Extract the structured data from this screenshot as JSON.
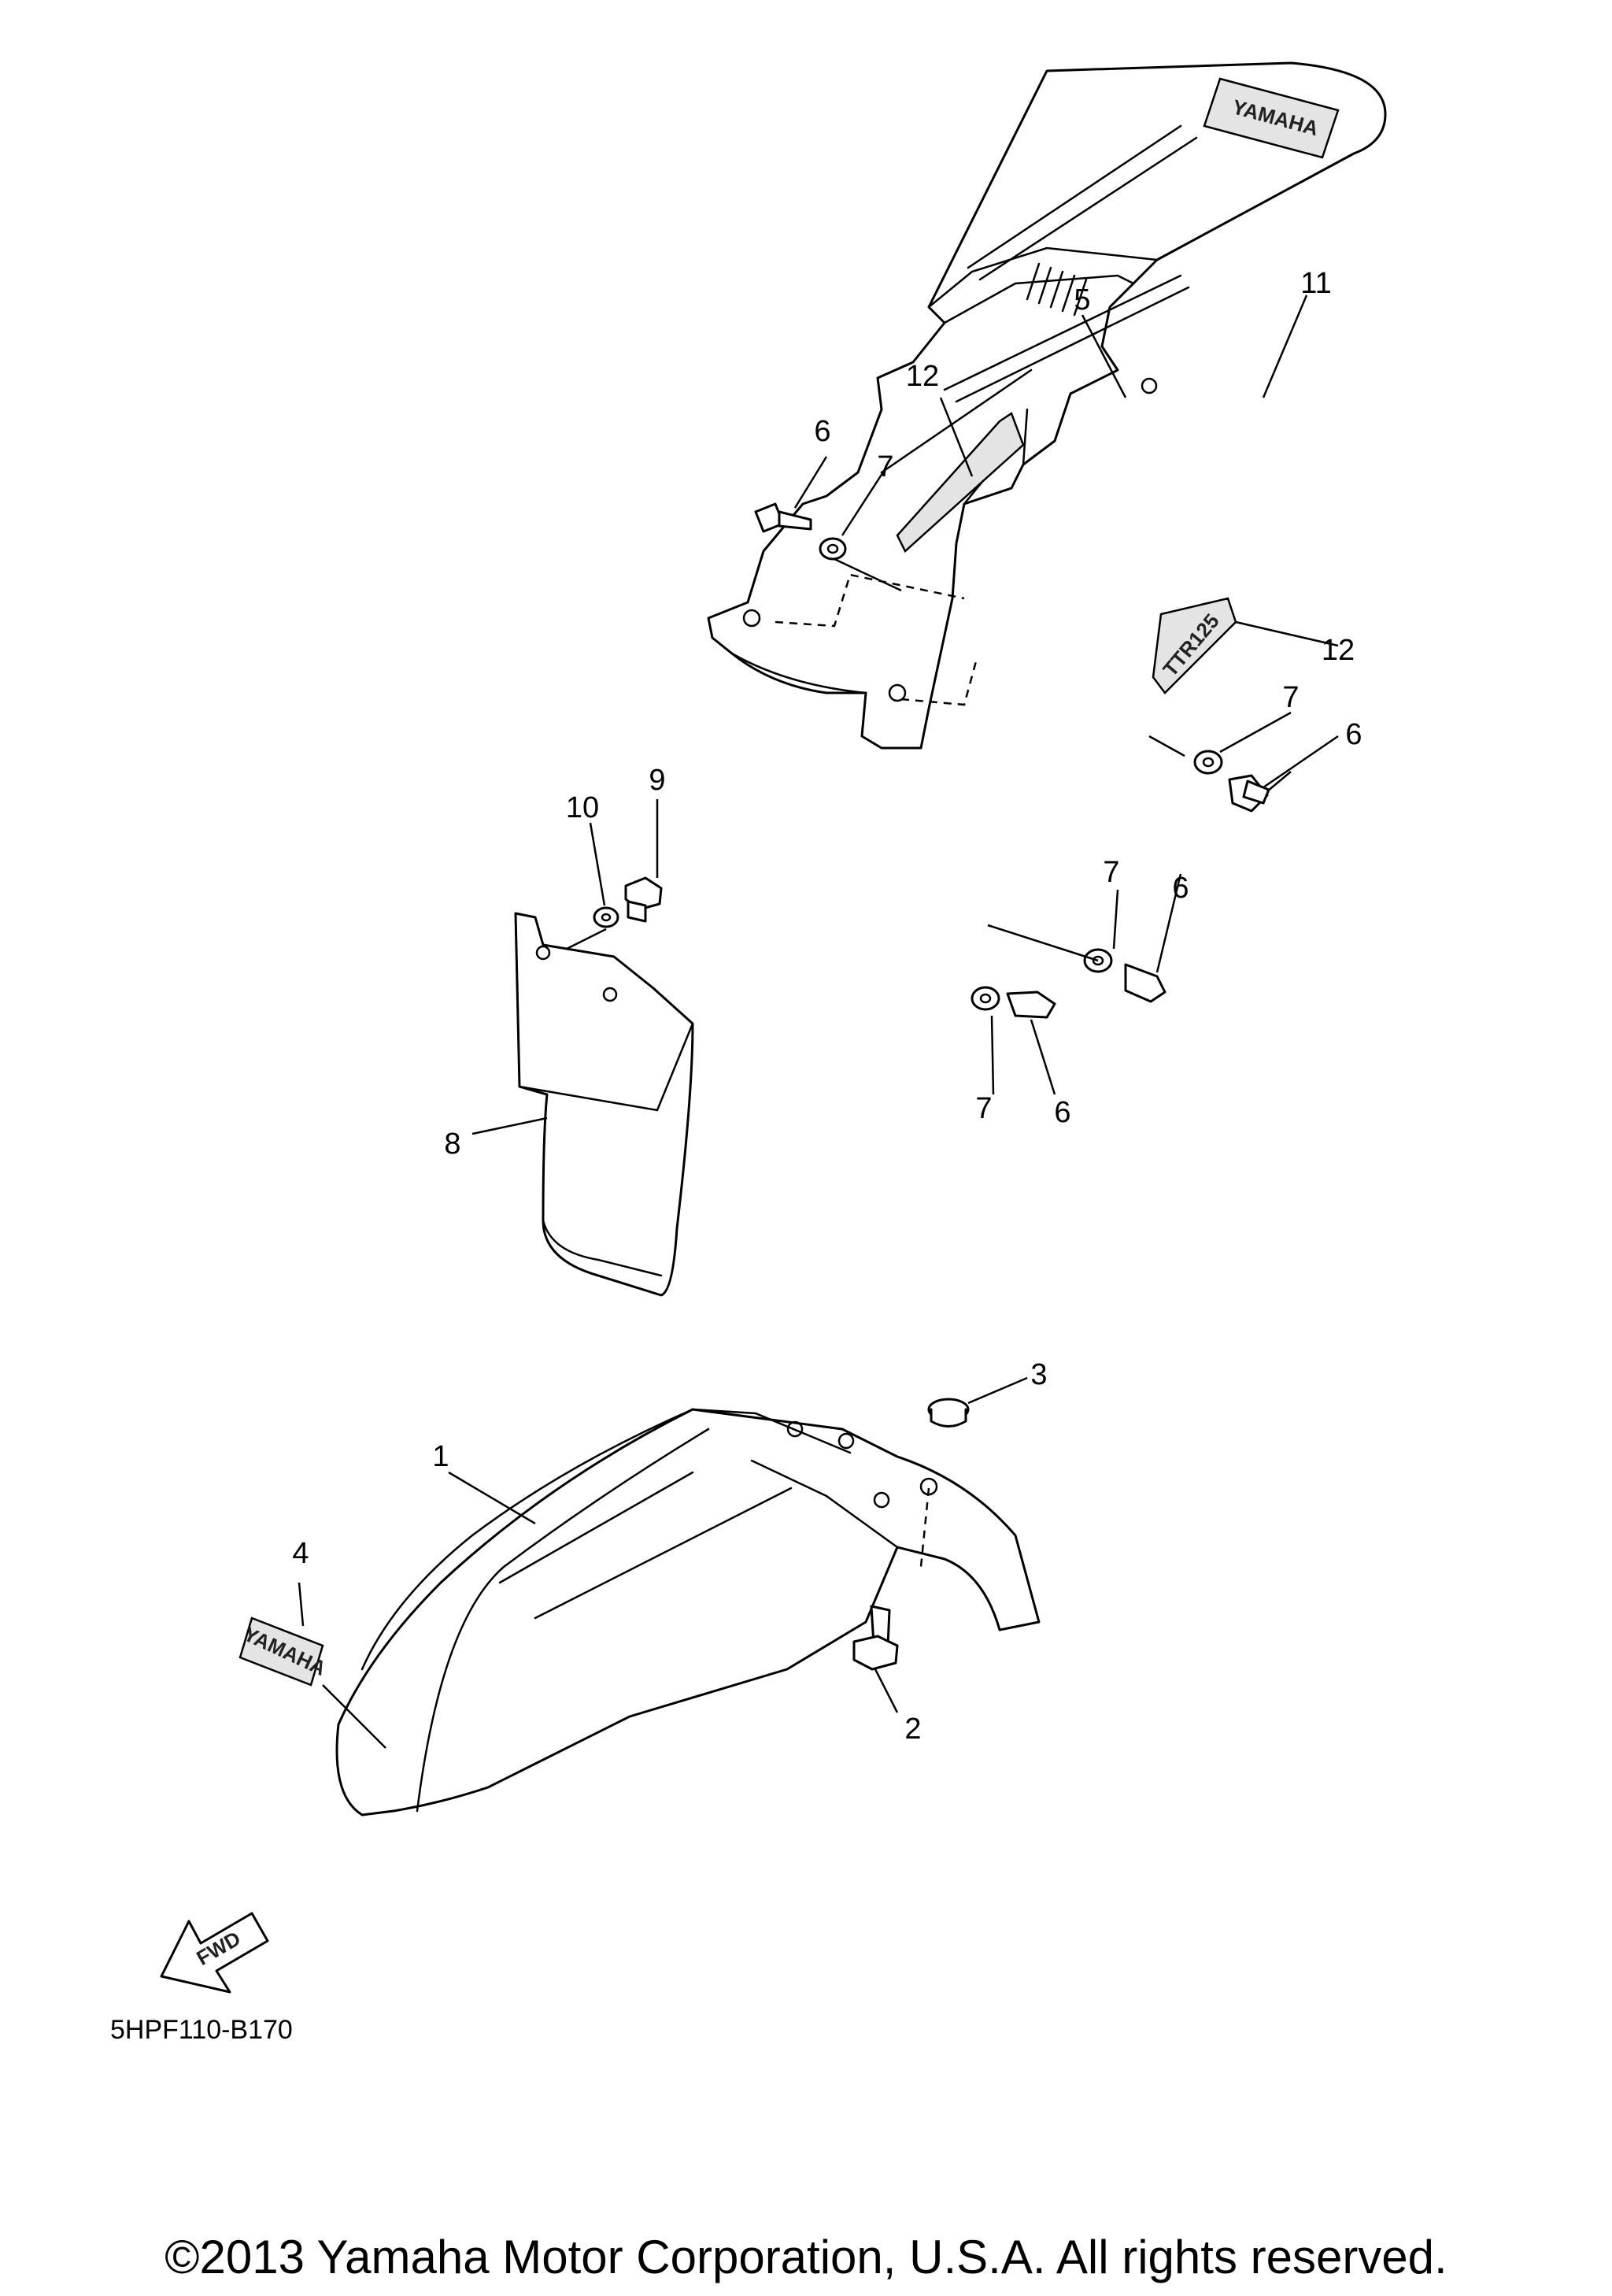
{
  "diagram": {
    "callouts": [
      {
        "id": "c11",
        "text": "11"
      },
      {
        "id": "c5",
        "text": "5"
      },
      {
        "id": "c12a",
        "text": "12"
      },
      {
        "id": "c6a",
        "text": "6"
      },
      {
        "id": "c7a",
        "text": "7"
      },
      {
        "id": "c12b",
        "text": "12"
      },
      {
        "id": "c7b",
        "text": "7"
      },
      {
        "id": "c6b",
        "text": "6"
      },
      {
        "id": "c9",
        "text": "9"
      },
      {
        "id": "c10",
        "text": "10"
      },
      {
        "id": "c7c",
        "text": "7"
      },
      {
        "id": "c6c",
        "text": "6"
      },
      {
        "id": "c7d",
        "text": "7"
      },
      {
        "id": "c6d",
        "text": "6"
      },
      {
        "id": "c8",
        "text": "8"
      },
      {
        "id": "c3",
        "text": "3"
      },
      {
        "id": "c1",
        "text": "1"
      },
      {
        "id": "c4",
        "text": "4"
      },
      {
        "id": "c2",
        "text": "2"
      }
    ],
    "decals": {
      "rear_logo": "YAMAHA",
      "front_logo": "YAMAHA",
      "side_graphic": "TTR125"
    },
    "fwd_label": "FWD",
    "diagram_code": "5HPF110-B170"
  },
  "footer": {
    "copyright": "©2013 Yamaha Motor Corporation, U.S.A. All rights reserved."
  }
}
